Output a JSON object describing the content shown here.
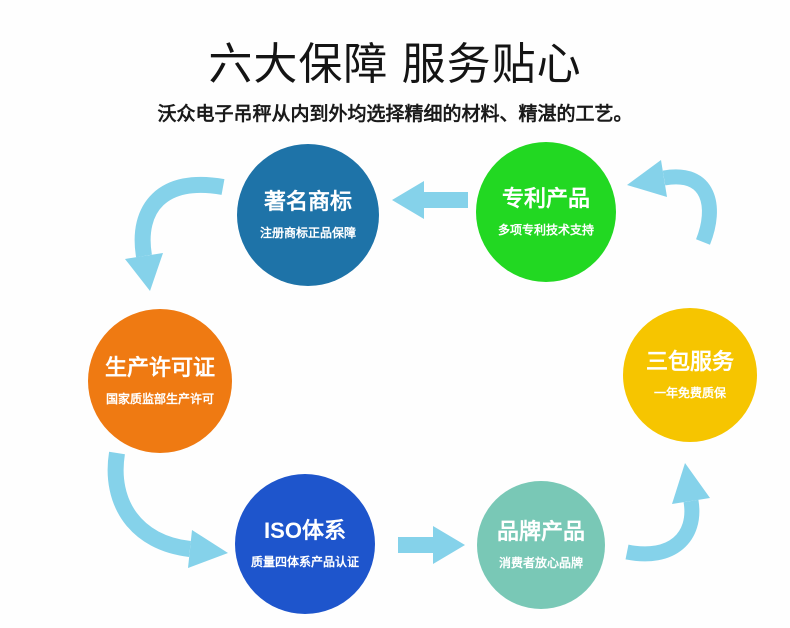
{
  "page": {
    "title": "六大保障 服务贴心",
    "subtitle": "沃众电子吊秤从内到外均选择精细的材料、精湛的工艺。"
  },
  "circles": [
    {
      "id": "famous-trademark",
      "title": "著名商标",
      "subtitle": "注册商标正品保障",
      "color": "#1e73a8"
    },
    {
      "id": "patent-product",
      "title": "专利产品",
      "subtitle": "多项专利技术支持",
      "color": "#22d822"
    },
    {
      "id": "production-license",
      "title": "生产许可证",
      "subtitle": "国家质监部生产许可",
      "color": "#ef7a12"
    },
    {
      "id": "three-guarantees",
      "title": "三包服务",
      "subtitle": "一年免费质保",
      "color": "#f6c500"
    },
    {
      "id": "iso-system",
      "title": "ISO体系",
      "subtitle": "质量四体系产品认证",
      "color": "#1e55cc"
    },
    {
      "id": "brand-product",
      "title": "品牌产品",
      "subtitle": "消费者放心品牌",
      "color": "#79c8b6"
    }
  ],
  "colors": {
    "background": "#fefefe",
    "arrow": "#85d2ea",
    "title_text": "#141414",
    "circle_text": "#ffffff"
  }
}
